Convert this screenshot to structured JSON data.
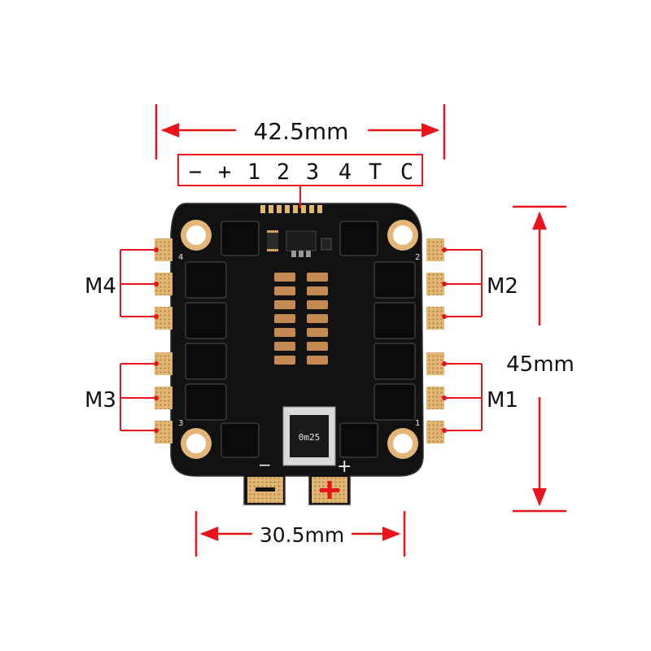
{
  "dimensions": {
    "top_width": "42.5mm",
    "right_height": "45mm",
    "bottom_mount": "30.5mm"
  },
  "pinout": {
    "labels": [
      "−",
      "+",
      "1",
      "2",
      "3",
      "4",
      "T",
      "C"
    ]
  },
  "motors": {
    "m1": "M1",
    "m2": "M2",
    "m3": "M3",
    "m4": "M4"
  },
  "silkscreen": {
    "pad_numbers": {
      "top_left": "4",
      "top_right": "2",
      "bottom_left": "3",
      "bottom_right": "1"
    },
    "inductor_text": "0m25",
    "minus_sign": "−",
    "plus_sign": "+"
  },
  "colors": {
    "dimension_red": "#e8141b",
    "board_black": "#121212",
    "gold_pad": "#e2b571",
    "copper": "#c58a52"
  }
}
